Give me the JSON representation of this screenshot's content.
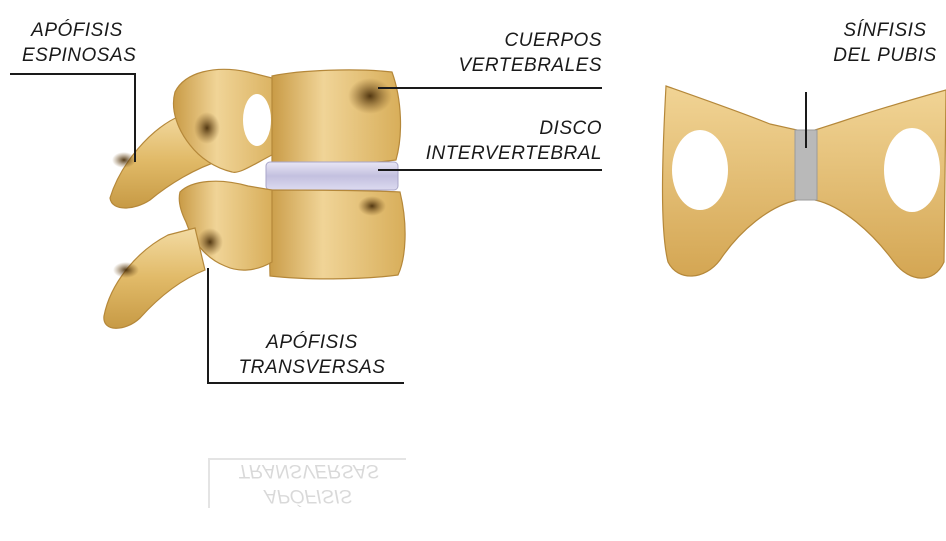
{
  "labels": {
    "spinous": {
      "line1": "APÓFISIS",
      "line2": "ESPINOSAS"
    },
    "bodies": {
      "line1": "CUERPOS",
      "line2": "VERTEBRALES"
    },
    "disc": {
      "line1": "DISCO",
      "line2": "INTERVERTEBRAL"
    },
    "transverse": {
      "line1": "APÓFISIS",
      "line2": "TRANSVERSAS"
    },
    "symphysis": {
      "line1": "SÍNFISIS",
      "line2": "DEL PUBIS"
    }
  },
  "colors": {
    "bone": "#e0b864",
    "bone_light": "#f0d595",
    "bone_dark": "#a47a2e",
    "shadow": "#5a3c12",
    "disc": "#c9c6e2",
    "cartilage": "#b8b8b8",
    "leader": "#1a1a1a"
  }
}
